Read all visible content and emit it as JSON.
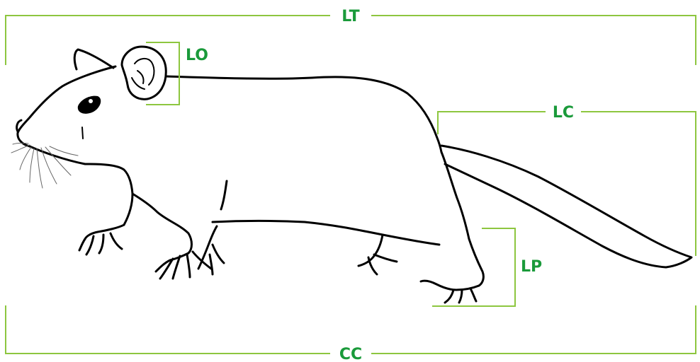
{
  "labels": {
    "lt": "LT",
    "lo": "LO",
    "lc": "LC",
    "lp": "LP",
    "cc": "CC"
  },
  "colors": {
    "bracket": "#8dc63f",
    "label": "#1a9a3a",
    "outline": "#000000"
  }
}
